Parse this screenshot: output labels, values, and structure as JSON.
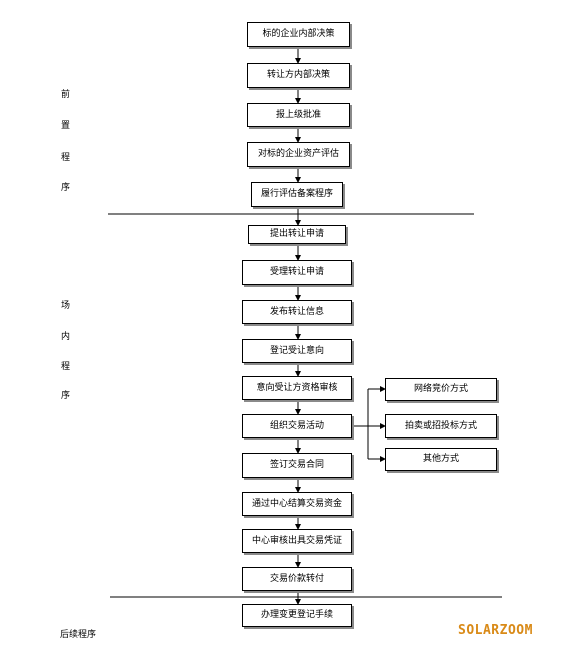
{
  "phases": {
    "pre": [
      "前",
      "置",
      "程",
      "序"
    ],
    "inside": [
      "场",
      "内",
      "程",
      "序"
    ],
    "post": "后续程序"
  },
  "steps": [
    "标的企业内部决策",
    "转让方内部决策",
    "报上级批准",
    "对标的企业资产评估",
    "履行评估备案程序",
    "提出转让申请",
    "受理转让申请",
    "发布转让信息",
    "登记受让意向",
    "意向受让方资格审核",
    "组织交易活动",
    "签订交易合同",
    "通过中心结算交易资金",
    "中心审核出具交易凭证",
    "交易价款转付",
    "办理变更登记手续"
  ],
  "methods": [
    "网络竞价方式",
    "拍卖或招投标方式",
    "其他方式"
  ],
  "brand": {
    "name": "SOLARZOOM",
    "color": "#d98a17"
  },
  "colors": {
    "line": "#000000",
    "shadow": "#8a8a8a"
  }
}
